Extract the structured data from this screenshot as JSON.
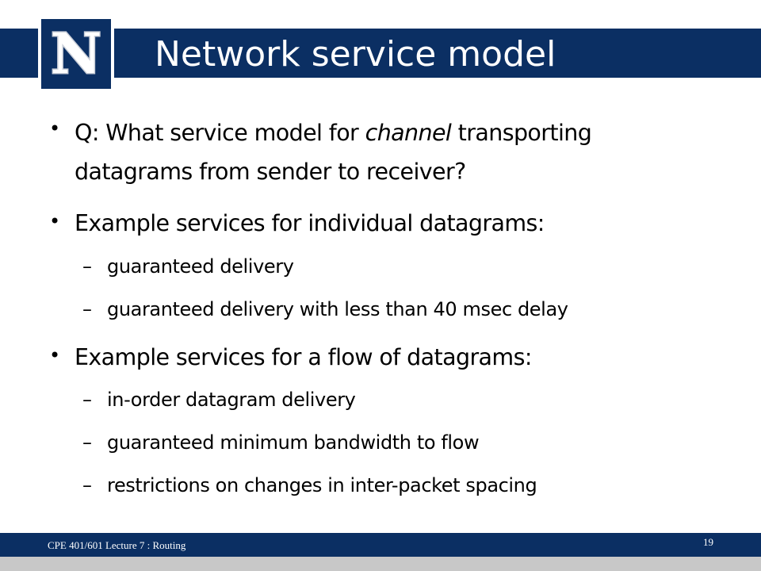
{
  "slide": {
    "logo_letter": "N",
    "title": "Network service model",
    "bullets": [
      {
        "line1_pre": "Q: What service model for ",
        "line1_em": "channel",
        "line1_post": " transporting",
        "line2": "datagrams from sender to receiver?"
      },
      {
        "text": "Example services for individual datagrams:",
        "sub": [
          "guaranteed delivery",
          "guaranteed delivery with less than 40 msec delay"
        ]
      },
      {
        "text": "Example services for a flow of datagrams:",
        "sub": [
          "in-order datagram delivery",
          "guaranteed minimum bandwidth to flow",
          "restrictions on changes in inter-packet spacing"
        ]
      }
    ],
    "bullet_glyph": "•",
    "dash_glyph": "–"
  },
  "footer": {
    "course": "CPE 401/601 Lecture 7 :  Routing",
    "page_number": "19"
  },
  "colors": {
    "brand_navy": "#0b2f63",
    "footer_gray": "#c8c8c8"
  }
}
